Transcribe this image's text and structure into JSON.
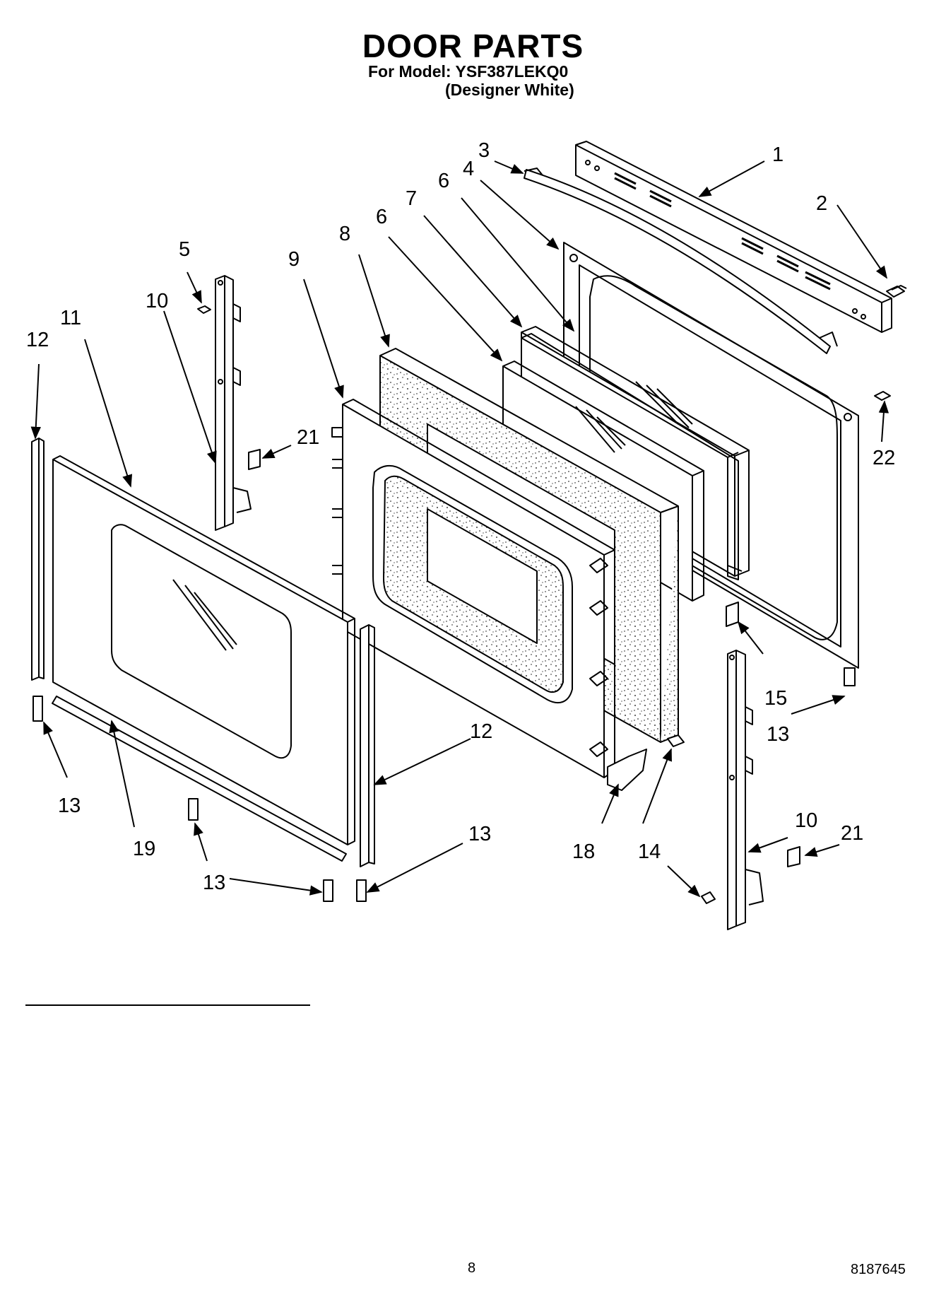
{
  "header": {
    "title": "DOOR PARTS",
    "model_line": "For Model: YSF387LEKQ0",
    "color_line": "(Designer White)"
  },
  "callouts": [
    {
      "id": "c1",
      "text": "1"
    },
    {
      "id": "c2",
      "text": "2"
    },
    {
      "id": "c3",
      "text": "3"
    },
    {
      "id": "c4",
      "text": "4"
    },
    {
      "id": "c5",
      "text": "5"
    },
    {
      "id": "c6a",
      "text": "6"
    },
    {
      "id": "c6b",
      "text": "6"
    },
    {
      "id": "c7",
      "text": "7"
    },
    {
      "id": "c8",
      "text": "8"
    },
    {
      "id": "c9",
      "text": "9"
    },
    {
      "id": "c10a",
      "text": "10"
    },
    {
      "id": "c10b",
      "text": "10"
    },
    {
      "id": "c11",
      "text": "11"
    },
    {
      "id": "c12a",
      "text": "12"
    },
    {
      "id": "c12b",
      "text": "12"
    },
    {
      "id": "c13a",
      "text": "13"
    },
    {
      "id": "c13b",
      "text": "13"
    },
    {
      "id": "c13c",
      "text": "13"
    },
    {
      "id": "c13d",
      "text": "13"
    },
    {
      "id": "c14",
      "text": "14"
    },
    {
      "id": "c15",
      "text": "15"
    },
    {
      "id": "c18",
      "text": "18"
    },
    {
      "id": "c19",
      "text": "19"
    },
    {
      "id": "c21a",
      "text": "21"
    },
    {
      "id": "c21b",
      "text": "21"
    },
    {
      "id": "c22",
      "text": "22"
    }
  ],
  "footer": {
    "page_number": "8",
    "doc_number": "8187645"
  }
}
